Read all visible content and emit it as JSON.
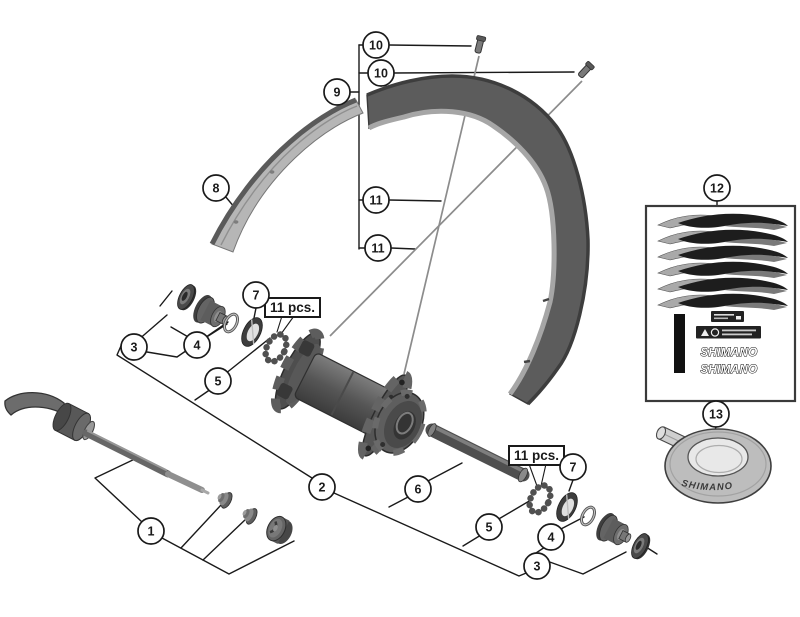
{
  "diagram": {
    "type": "exploded-parts-diagram",
    "subject": "bicycle-front-wheel-hub-assembly"
  },
  "callouts": {
    "c1": "1",
    "c2": "2",
    "c3_left": "3",
    "c3_right": "3",
    "c4_left": "4",
    "c4_right": "4",
    "c5_left": "5",
    "c5_right": "5",
    "c6": "6",
    "c7_left": "7",
    "c7_right": "7",
    "c8": "8",
    "c9": "9",
    "c10_upper": "10",
    "c10_lower": "10",
    "c11_upper": "11",
    "c11_lower": "11",
    "c12": "12",
    "c13": "13"
  },
  "labels": {
    "bearing_qty_left": "11 pcs.",
    "bearing_qty_right": "11 pcs."
  },
  "branding": {
    "sticker_logo_top": "SHIMANO",
    "sticker_logo_bottom": "SHIMANO",
    "tape_logo": "SHIMANO"
  },
  "colors": {
    "background": "#ffffff",
    "outline": "#1a1a1a",
    "part_dark": "#4a4a4a",
    "part_mid": "#6a6a6a",
    "part_light": "#b5b5b5"
  }
}
